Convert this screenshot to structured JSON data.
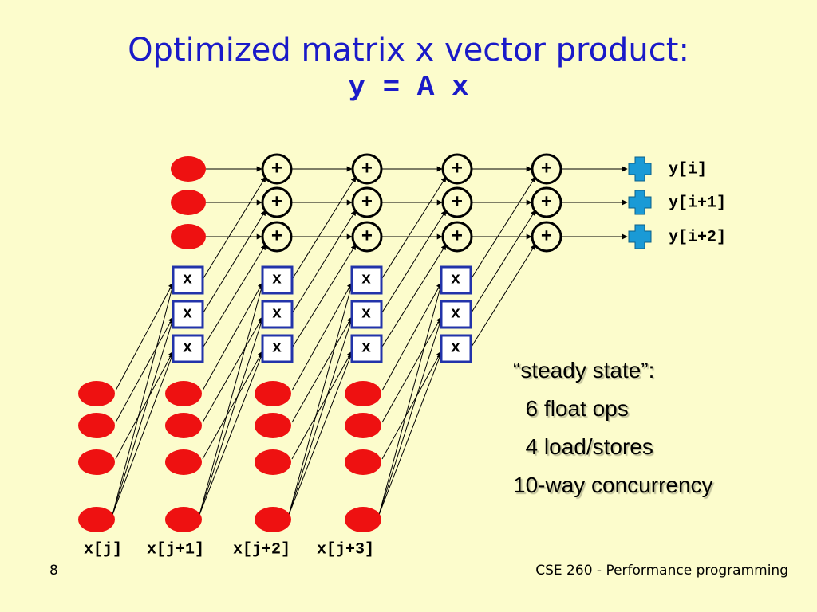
{
  "slide": {
    "title": "Optimized matrix x vector product:",
    "formula": "y = A x",
    "page_number": "8",
    "course": "CSE 260 - Performance programming"
  },
  "diagram": {
    "plus_symbol": "+",
    "mult_symbol": "x",
    "outputs": [
      "y[i]",
      "y[i+1]",
      "y[i+2]"
    ],
    "inputs": [
      "x[j]",
      "x[j+1]",
      "x[j+2]",
      "x[j+3]"
    ],
    "colors": {
      "matrix_oval": "#ee1111",
      "mult_box_border": "#2233aa",
      "output_cross": "#1a9ad6",
      "title": "#1a1ac8"
    }
  },
  "notes": [
    "“steady state”:",
    "  6 float ops",
    "  4 load/stores",
    "10-way concurrency"
  ]
}
